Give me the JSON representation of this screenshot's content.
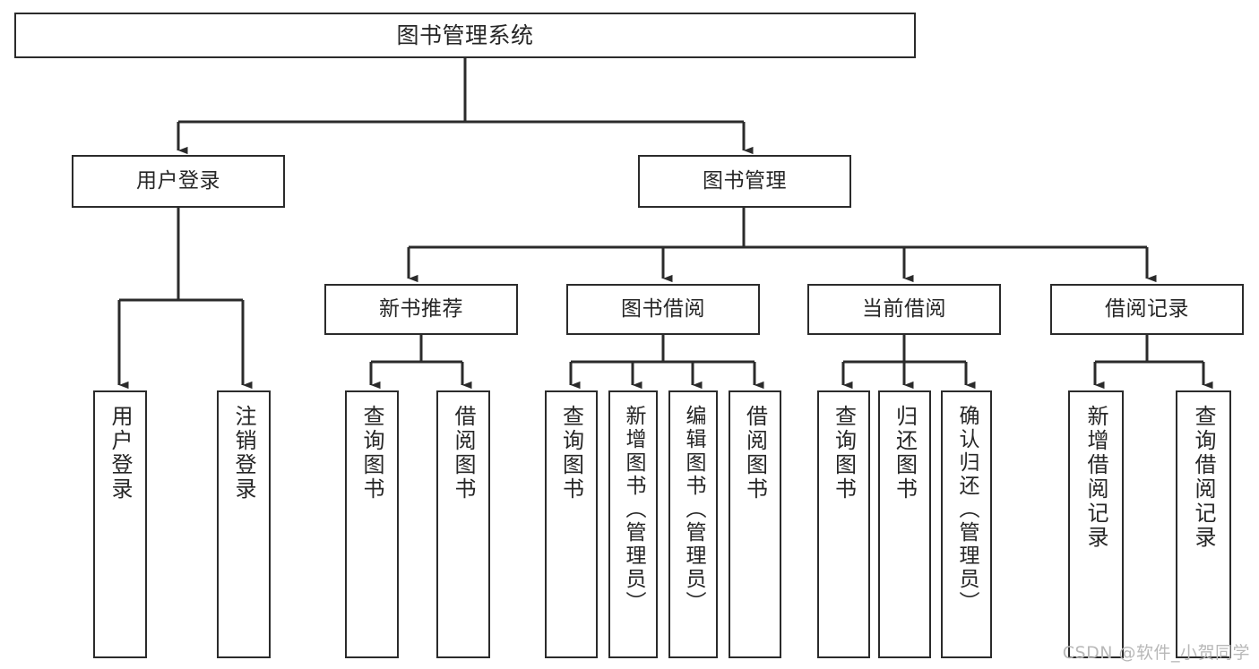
{
  "diagram": {
    "title": "图书管理系统",
    "type": "hierarchy-tree",
    "watermark": "CSDN @软件_小贺同学",
    "colors": {
      "box_border": "#2b2b2b",
      "box_fill": "#ffffff",
      "connector": "#2b2b2b",
      "text": "#262626",
      "watermark": "#b8b8b8",
      "background": "#ffffff"
    },
    "nodes": {
      "root": {
        "label": "图书管理系统"
      },
      "level2": [
        {
          "label": "用户登录"
        },
        {
          "label": "图书管理"
        }
      ],
      "level3": [
        {
          "label": "新书推荐"
        },
        {
          "label": "图书借阅"
        },
        {
          "label": "当前借阅"
        },
        {
          "label": "借阅记录"
        }
      ],
      "leaves_user_login": [
        {
          "label": "用户登录"
        },
        {
          "label": "注销登录"
        }
      ],
      "leaves_new_book": [
        {
          "label": "查询图书"
        },
        {
          "label": "借阅图书"
        }
      ],
      "leaves_borrow": [
        {
          "label": "查询图书"
        },
        {
          "label": "新增图书（管理员）"
        },
        {
          "label": "编辑图书（管理员）"
        },
        {
          "label": "借阅图书"
        }
      ],
      "leaves_current": [
        {
          "label": "查询图书"
        },
        {
          "label": "归还图书"
        },
        {
          "label": "确认归还（管理员）"
        }
      ],
      "leaves_records": [
        {
          "label": "新增借阅记录"
        },
        {
          "label": "查询借阅记录"
        }
      ]
    }
  }
}
